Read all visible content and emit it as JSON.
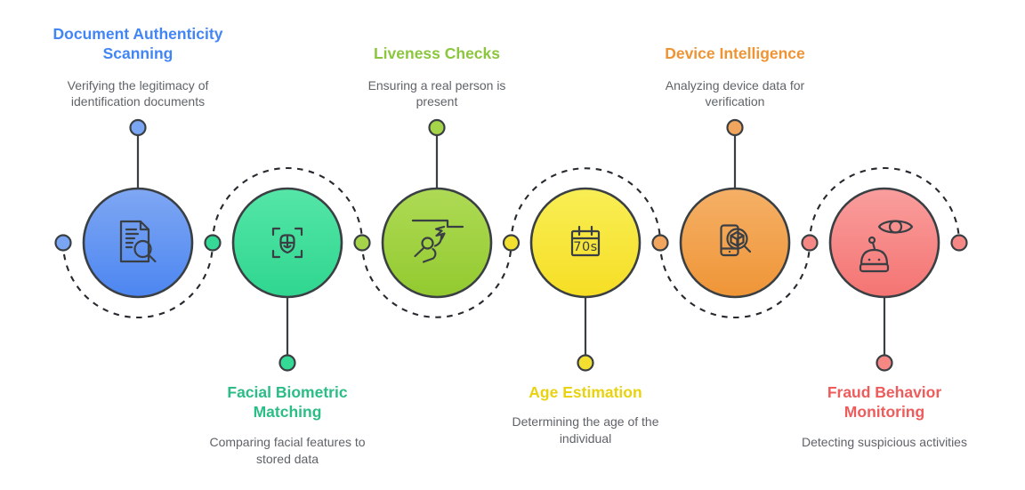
{
  "palette": {
    "outline": "#3a3f44",
    "dashed": "#26292d",
    "text_muted": "#5f6368",
    "background": "#ffffff"
  },
  "nodes": [
    {
      "title": "Document Authenticity\nScanning",
      "description": "Verifying the legitimacy of\nidentification documents",
      "label_position": "top",
      "icon": "document-search-icon",
      "colors": {
        "title": "#4285f4",
        "circle_top": "#7fa7f3",
        "circle_bottom": "#4c86f1",
        "dot": "#7aa5f2"
      }
    },
    {
      "title": "Facial Biometric\nMatching",
      "description": "Comparing facial features to\nstored data",
      "label_position": "bottom",
      "icon": "face-scan-icon",
      "colors": {
        "title": "#2abd86",
        "circle_top": "#55e6a7",
        "circle_bottom": "#2fd68f",
        "dot": "#36d896"
      }
    },
    {
      "title": "Liveness Checks",
      "description": "Ensuring a real person is\npresent",
      "label_position": "top",
      "icon": "person-climbing-icon",
      "colors": {
        "title": "#8cc63e",
        "circle_top": "#aeda55",
        "circle_bottom": "#93ca2f",
        "dot": "#a5d44b"
      }
    },
    {
      "title": "Age Estimation",
      "description": "Determining the age of the\nindividual",
      "label_position": "bottom",
      "icon": "age-calendar-icon",
      "icon_text": "70s",
      "colors": {
        "title": "#e9d20e",
        "circle_top": "#f8ee55",
        "circle_bottom": "#f6de24",
        "dot": "#f2df30"
      }
    },
    {
      "title": "Device Intelligence",
      "description": "Analyzing device data for\nverification",
      "label_position": "top",
      "icon": "device-search-icon",
      "colors": {
        "title": "#ee9434",
        "circle_top": "#f5b066",
        "circle_bottom": "#ef9537",
        "dot": "#f2a55c"
      }
    },
    {
      "title": "Fraud Behavior\nMonitoring",
      "description": "Detecting suspicious activities",
      "label_position": "bottom",
      "icon": "fraud-eye-robot-icon",
      "colors": {
        "title": "#ee5c5c",
        "circle_top": "#f99e9d",
        "circle_bottom": "#f47472",
        "dot": "#f58784"
      }
    }
  ],
  "rail_dots": [
    {
      "color": "#7aa5f2"
    },
    {
      "color": "#36d896"
    },
    {
      "color": "#a5d44b"
    },
    {
      "color": "#f2df30"
    },
    {
      "color": "#f2a55c"
    },
    {
      "color": "#f58784"
    },
    {
      "color": "#f58784"
    }
  ]
}
